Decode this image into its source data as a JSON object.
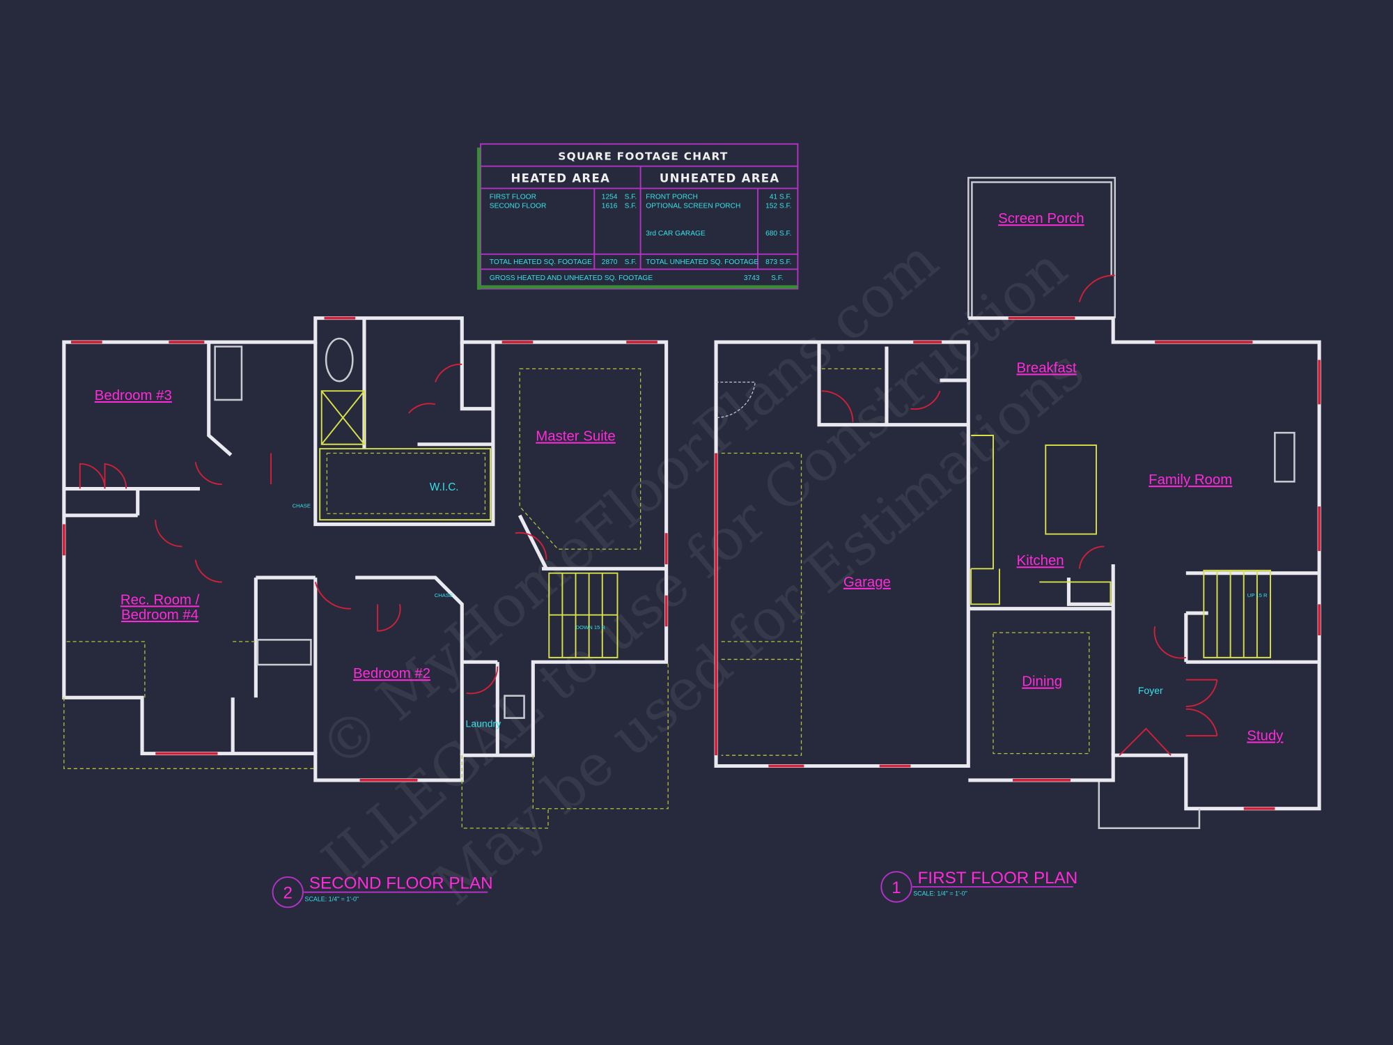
{
  "sqft_chart": {
    "title": "SQUARE FOOTAGE CHART",
    "heated_header": "HEATED AREA",
    "unheated_header": "UNHEATED AREA",
    "heated_rows": [
      {
        "label": "FIRST FLOOR",
        "value": "1254",
        "unit": "S.F."
      },
      {
        "label": "SECOND FLOOR",
        "value": "1616",
        "unit": "S.F."
      }
    ],
    "unheated_rows": [
      {
        "label": "FRONT PORCH",
        "value": "41 S.F."
      },
      {
        "label": "OPTIONAL SCREEN PORCH",
        "value": "152 S.F."
      },
      {
        "label": "3rd CAR GARAGE",
        "value": "680 S.F."
      }
    ],
    "total_heated_label": "TOTAL HEATED SQ. FOOTAGE",
    "total_heated_value": "2870",
    "total_heated_unit": "S.F.",
    "total_unheated_label": "TOTAL UNHEATED SQ. FOOTAGE",
    "total_unheated_value": "873 S.F.",
    "gross_label": "GROSS HEATED AND UNHEATED SQ. FOOTAGE",
    "gross_value": "3743",
    "gross_unit": "S.F."
  },
  "second_floor": {
    "number": "2",
    "title": "SECOND FLOOR PLAN",
    "scale": "SCALE: 1/4\" = 1'-0\"",
    "rooms": {
      "bedroom3": "Bedroom #3",
      "master_suite": "Master Suite",
      "wic": "W.I.C.",
      "rec_room_1": "Rec. Room /",
      "rec_room_2": "Bedroom #4",
      "bedroom2": "Bedroom #2",
      "laundry": "Laundry",
      "chase": "CHASE",
      "stairs": "DOWN 15 R"
    }
  },
  "first_floor": {
    "number": "1",
    "title": "FIRST FLOOR PLAN",
    "scale": "SCALE: 1/4\" = 1'-0\"",
    "rooms": {
      "screen_porch": "Screen Porch",
      "breakfast": "Breakfast",
      "family_room": "Family Room",
      "kitchen": "Kitchen",
      "garage": "Garage",
      "dining": "Dining",
      "foyer": "Foyer",
      "study": "Study",
      "stairs": "UP 15 R"
    }
  },
  "watermark": {
    "line1": "© MyHomeFloorPlans.com",
    "line2": "ILLEGAL to use for Construction",
    "line3": "May be used for Estimations"
  },
  "colors": {
    "background": "#272a3c",
    "walls": "#e9e9ef",
    "room_labels": "#ff2ad9",
    "annotations": "#38e0e8",
    "windows_doors": "#d0203a",
    "fixtures": "#d8e04a"
  }
}
